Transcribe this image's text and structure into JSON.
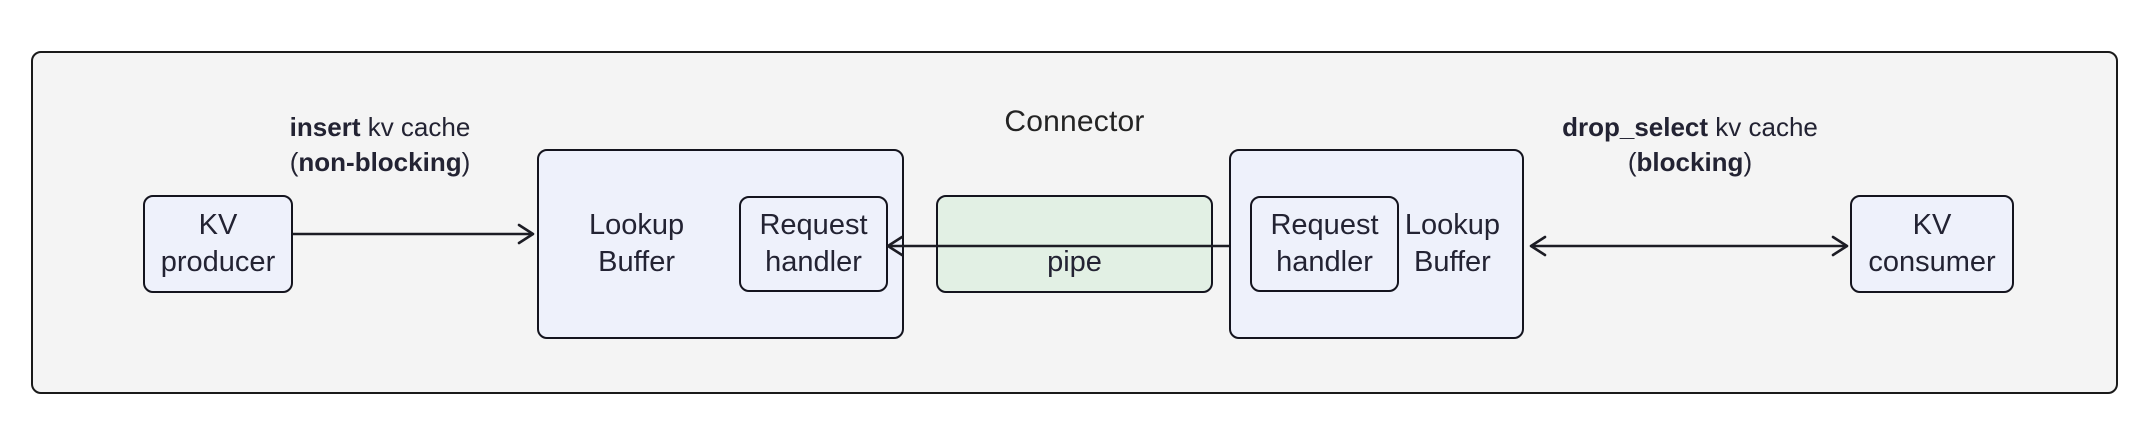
{
  "diagram": {
    "title": "Connector",
    "nodes": {
      "kv_producer": {
        "label": "KV\nproducer"
      },
      "lookup_buffer_left": {
        "label": "Lookup\nBuffer"
      },
      "request_handler_left": {
        "label": "Request\nhandler"
      },
      "pipe": {
        "label": "pipe"
      },
      "request_handler_right": {
        "label": "Request\nhandler"
      },
      "lookup_buffer_right": {
        "label": "Lookup\nBuffer"
      },
      "kv_consumer": {
        "label": "KV\nconsumer"
      }
    },
    "edges": {
      "insert": {
        "op": "insert",
        "rest": " kv cache",
        "paren_open": "(",
        "mode": "non-blocking",
        "paren_close": ")",
        "direction": "right"
      },
      "drop_select": {
        "op": "drop_select",
        "rest": " kv cache",
        "paren_open": "(",
        "mode": "blocking",
        "paren_close": ")",
        "direction": "bidirectional"
      },
      "pipe_edge": {
        "direction": "bidirectional"
      }
    },
    "colors": {
      "container_fill": "#f4f4f4",
      "node_blue_fill": "#eef1fb",
      "node_green_fill": "#e2f0e4",
      "stroke": "#14141e",
      "text": "#232333"
    }
  }
}
